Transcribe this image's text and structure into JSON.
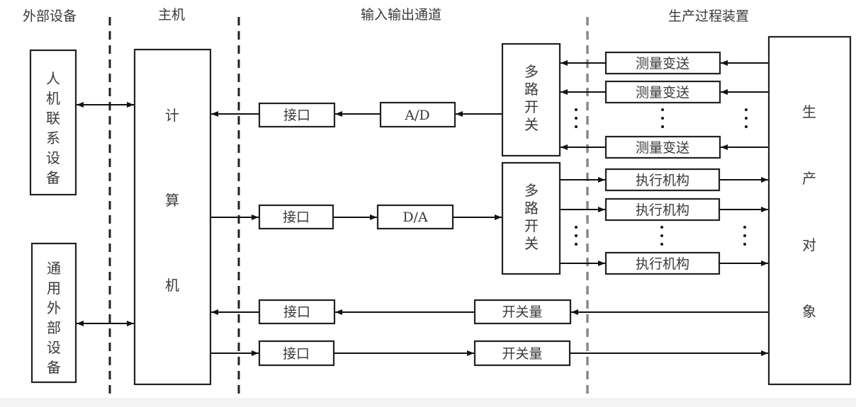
{
  "sections": {
    "external": "外部设备",
    "host": "主机",
    "io_channel": "输入输出通道",
    "process": "生产过程装置"
  },
  "blocks": {
    "hmi": "人机联系设备",
    "general_peripheral": "通用外部设备",
    "computer": "计算机",
    "interface": "接口",
    "adc": "A/D",
    "dac": "D/A",
    "mux": "多路开关",
    "sensor": "测量变送",
    "actuator": "执行机构",
    "switch_qty": "开关量",
    "production_object": "生产对象"
  }
}
